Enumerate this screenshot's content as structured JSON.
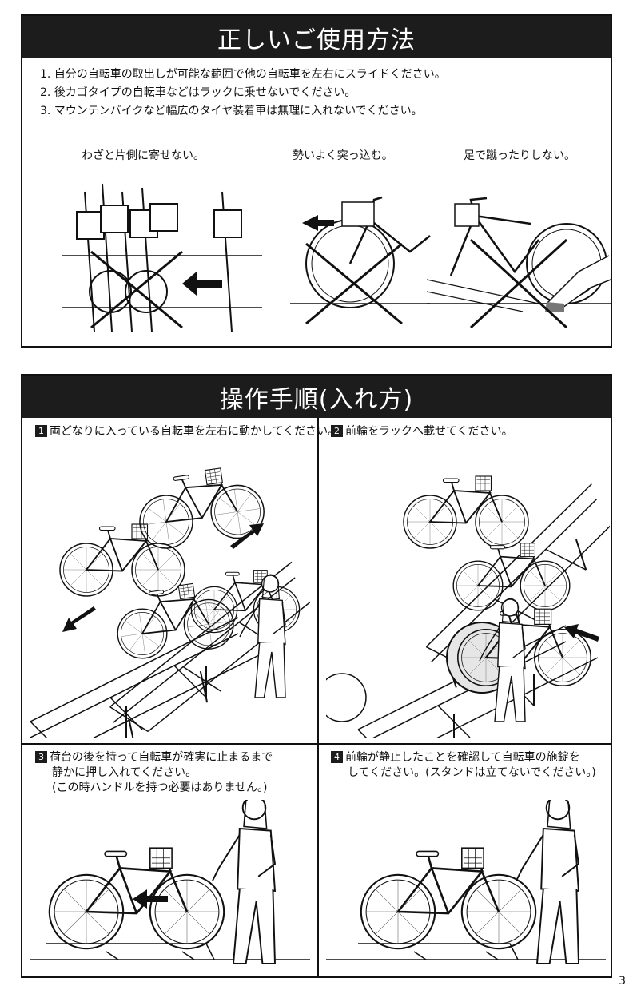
{
  "section1": {
    "title": "正しいご使用方法",
    "rules": [
      "1.  自分の自転車の取出しが可能な範囲で他の自転車を左右にスライドください。",
      "2.  後カゴタイプの自転車などはラックに乗せないでください。",
      "3.  マウンテンバイクなど幅広のタイヤ装着車は無理に入れないでください。"
    ],
    "captions": [
      "わざと片側に寄せない。",
      "勢いよく突っ込む。",
      "足で蹴ったりしない。"
    ]
  },
  "section2": {
    "title": "操作手順(入れ方)",
    "steps": [
      {
        "num": "1",
        "lines": [
          "両どなりに入っている自転車を左右に動かしてください。"
        ]
      },
      {
        "num": "2",
        "lines": [
          "前輪をラックへ載せてください。"
        ]
      },
      {
        "num": "3",
        "lines": [
          "荷台の後を持って自転車が確実に止まるまで",
          "静かに押し入れてください。",
          "(この時ハンドルを持つ必要はありません。)"
        ]
      },
      {
        "num": "4",
        "lines": [
          "前輪が静止したことを確認して自転車の施錠を",
          "してください。(スタンドは立てないでください。)"
        ]
      }
    ]
  },
  "page_number": "3"
}
